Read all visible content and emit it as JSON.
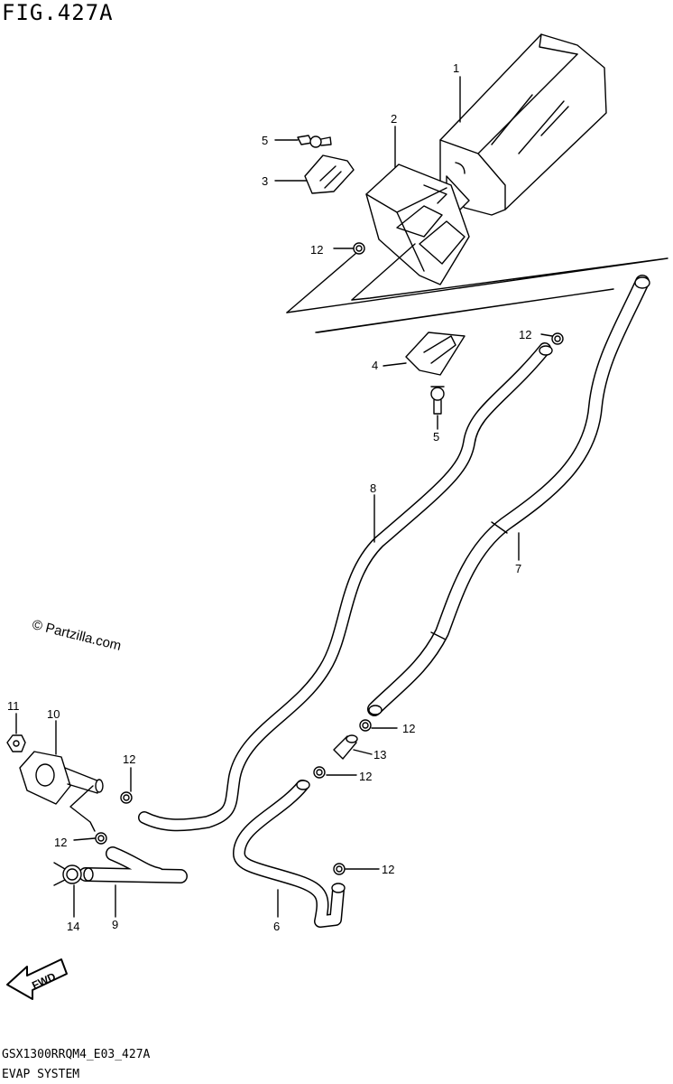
{
  "figure": {
    "title": "FIG.427A",
    "footer_code": "GSX1300RRQM4_E03_427A",
    "footer_title": "EVAP SYSTEM",
    "watermark": "© Partzilla.com",
    "fwd_label": "FWD"
  },
  "callouts": [
    "1",
    "2",
    "3",
    "4",
    "5",
    "5",
    "6",
    "7",
    "8",
    "9",
    "10",
    "11",
    "12",
    "12",
    "12",
    "12",
    "12",
    "12",
    "12",
    "13",
    "14"
  ]
}
